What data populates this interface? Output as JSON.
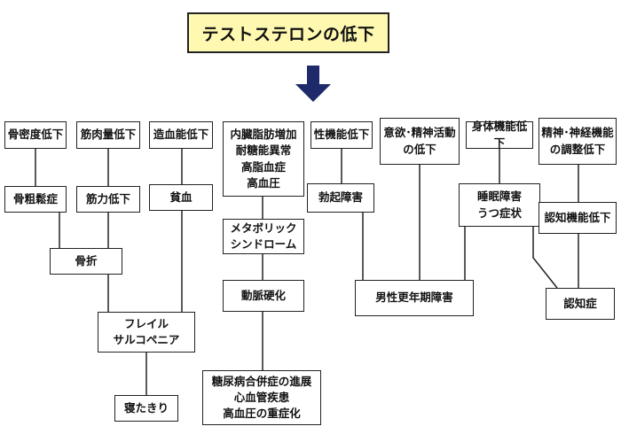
{
  "title": "テストステロンの低下",
  "nodes": {
    "bone_density": "骨密度低下",
    "muscle_mass": "筋肉量低下",
    "hematopoiesis": "造血能低下",
    "metabolic": "内臓脂肪増加\n耐糖能異常\n高脂血症\n高血圧",
    "sexual_function": "性機能低下",
    "motivation": "意欲･精神活動\nの低下",
    "physical_function": "身体機能低下",
    "neuro_regulation": "精神･神経機能\nの調整低下",
    "osteoporosis": "骨粗鬆症",
    "muscle_weakness": "筋力低下",
    "anemia": "貧血",
    "erectile_dysfunction": "勃起障害",
    "sleep_depression": "睡眠障害\nうつ症状",
    "cognitive_decline": "認知機能低下",
    "metabolic_syndrome": "メタボリック\nシンドローム",
    "fracture": "骨折",
    "arteriosclerosis": "動脈硬化",
    "male_menopause": "男性更年期障害",
    "dementia": "認知症",
    "frailty": "フレイル\nサルコペニア",
    "complications": "糖尿病合併症の進展\n心血管疾患\n高血圧の重症化",
    "bedridden": "寝たきり"
  },
  "colors": {
    "title_background": "#fff8b0",
    "arrow": "#1f2a6b",
    "line": "#222222"
  }
}
